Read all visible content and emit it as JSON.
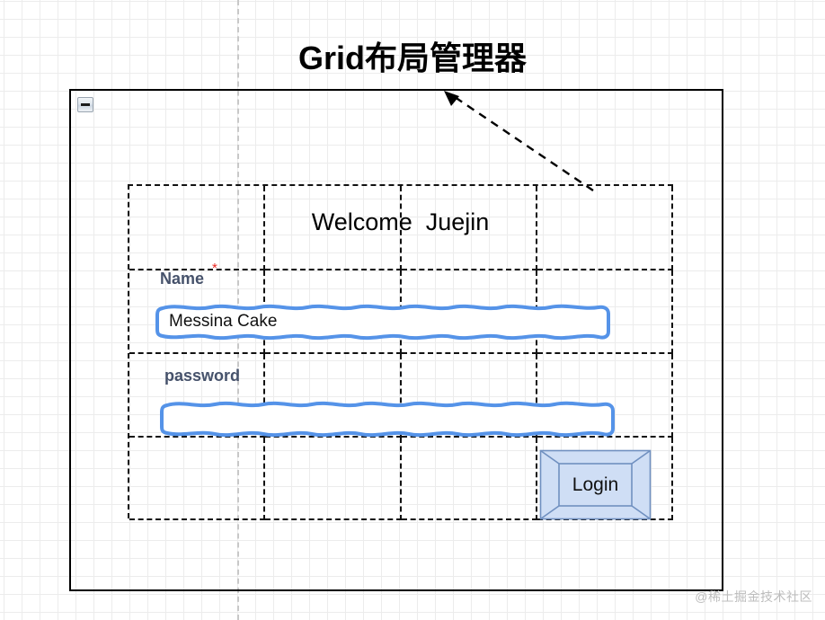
{
  "page": {
    "title": "Grid布局管理器",
    "watermark": "@稀土掘金技术社区"
  },
  "colors": {
    "label": "#46526b",
    "required_star": "#e8241f",
    "input_border": "#5593e8",
    "button_fill": "#cfdef5",
    "button_stroke": "#7090c0",
    "grid_dash": "#111111",
    "container_border": "#000000",
    "canvas_grid_minor": "#ececec",
    "canvas_grid_major": "#d6d6d6",
    "guide_line": "#c8c8c8"
  },
  "container": {
    "collapse_button": {
      "icon": "minus-icon",
      "label": "−"
    }
  },
  "annotation": {
    "arrow": {
      "icon": "dashed-arrow-icon",
      "direction": "up-left"
    }
  },
  "grid": {
    "columns": 4,
    "rows": 4,
    "border_style": "dashed"
  },
  "form": {
    "heading": "Welcome  Juejin",
    "fields": [
      {
        "label": "Name",
        "required": true,
        "required_marker": "*",
        "value": "Messina Cake",
        "placeholder": ""
      },
      {
        "label": "password",
        "required": false,
        "required_marker": "",
        "value": "",
        "placeholder": ""
      }
    ],
    "submit": {
      "label": "Login"
    }
  }
}
